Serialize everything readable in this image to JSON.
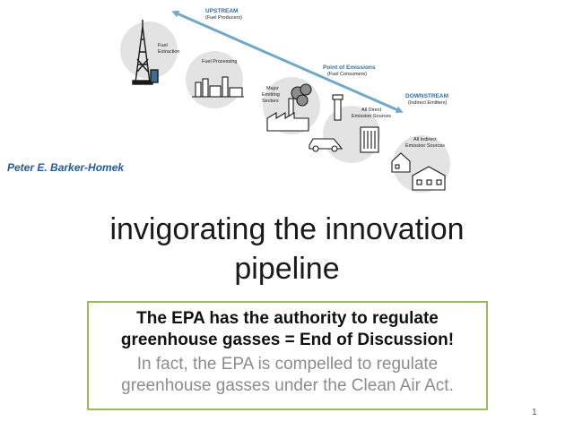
{
  "diagram": {
    "upstream": {
      "title": "UPSTREAM",
      "subtitle": "(Fuel Producers)"
    },
    "midstream": {
      "title": "Point of Emissions",
      "subtitle": "(Fuel Consumers)"
    },
    "downstream": {
      "title": "DOWNSTREAM",
      "subtitle": "(Indirect Emitters)"
    },
    "nodes": [
      {
        "line1": "Fuel",
        "line2": "Extraction",
        "line3": ""
      },
      {
        "line1": "Fuel Processing",
        "line2": "",
        "line3": ""
      },
      {
        "line1": "Major",
        "line2": "Emitting",
        "line3": "Sectors"
      },
      {
        "line1": "All Direct",
        "line2": "Emission Sources",
        "line3": ""
      },
      {
        "line1": "All Indirect",
        "line2": "Emission Sources",
        "line3": ""
      }
    ],
    "colors": {
      "arrow": "#6fa8c8",
      "label": "#2f6fa3",
      "circle": "#e3e3e3",
      "icon": "#1a1a1a"
    }
  },
  "author": "Peter E. Barker-Homek",
  "title_line1": "invigorating the innovation",
  "title_line2": "pipeline",
  "box": {
    "bold_line1": "The EPA has the authority to regulate",
    "bold_line2": "greenhouse gasses = End of Discussion!",
    "normal_line1": "In fact, the EPA is compelled to regulate",
    "normal_line2": "greenhouse gasses under the Clean Air Act.",
    "border_color": "#9bbb59"
  },
  "page_number": "1"
}
